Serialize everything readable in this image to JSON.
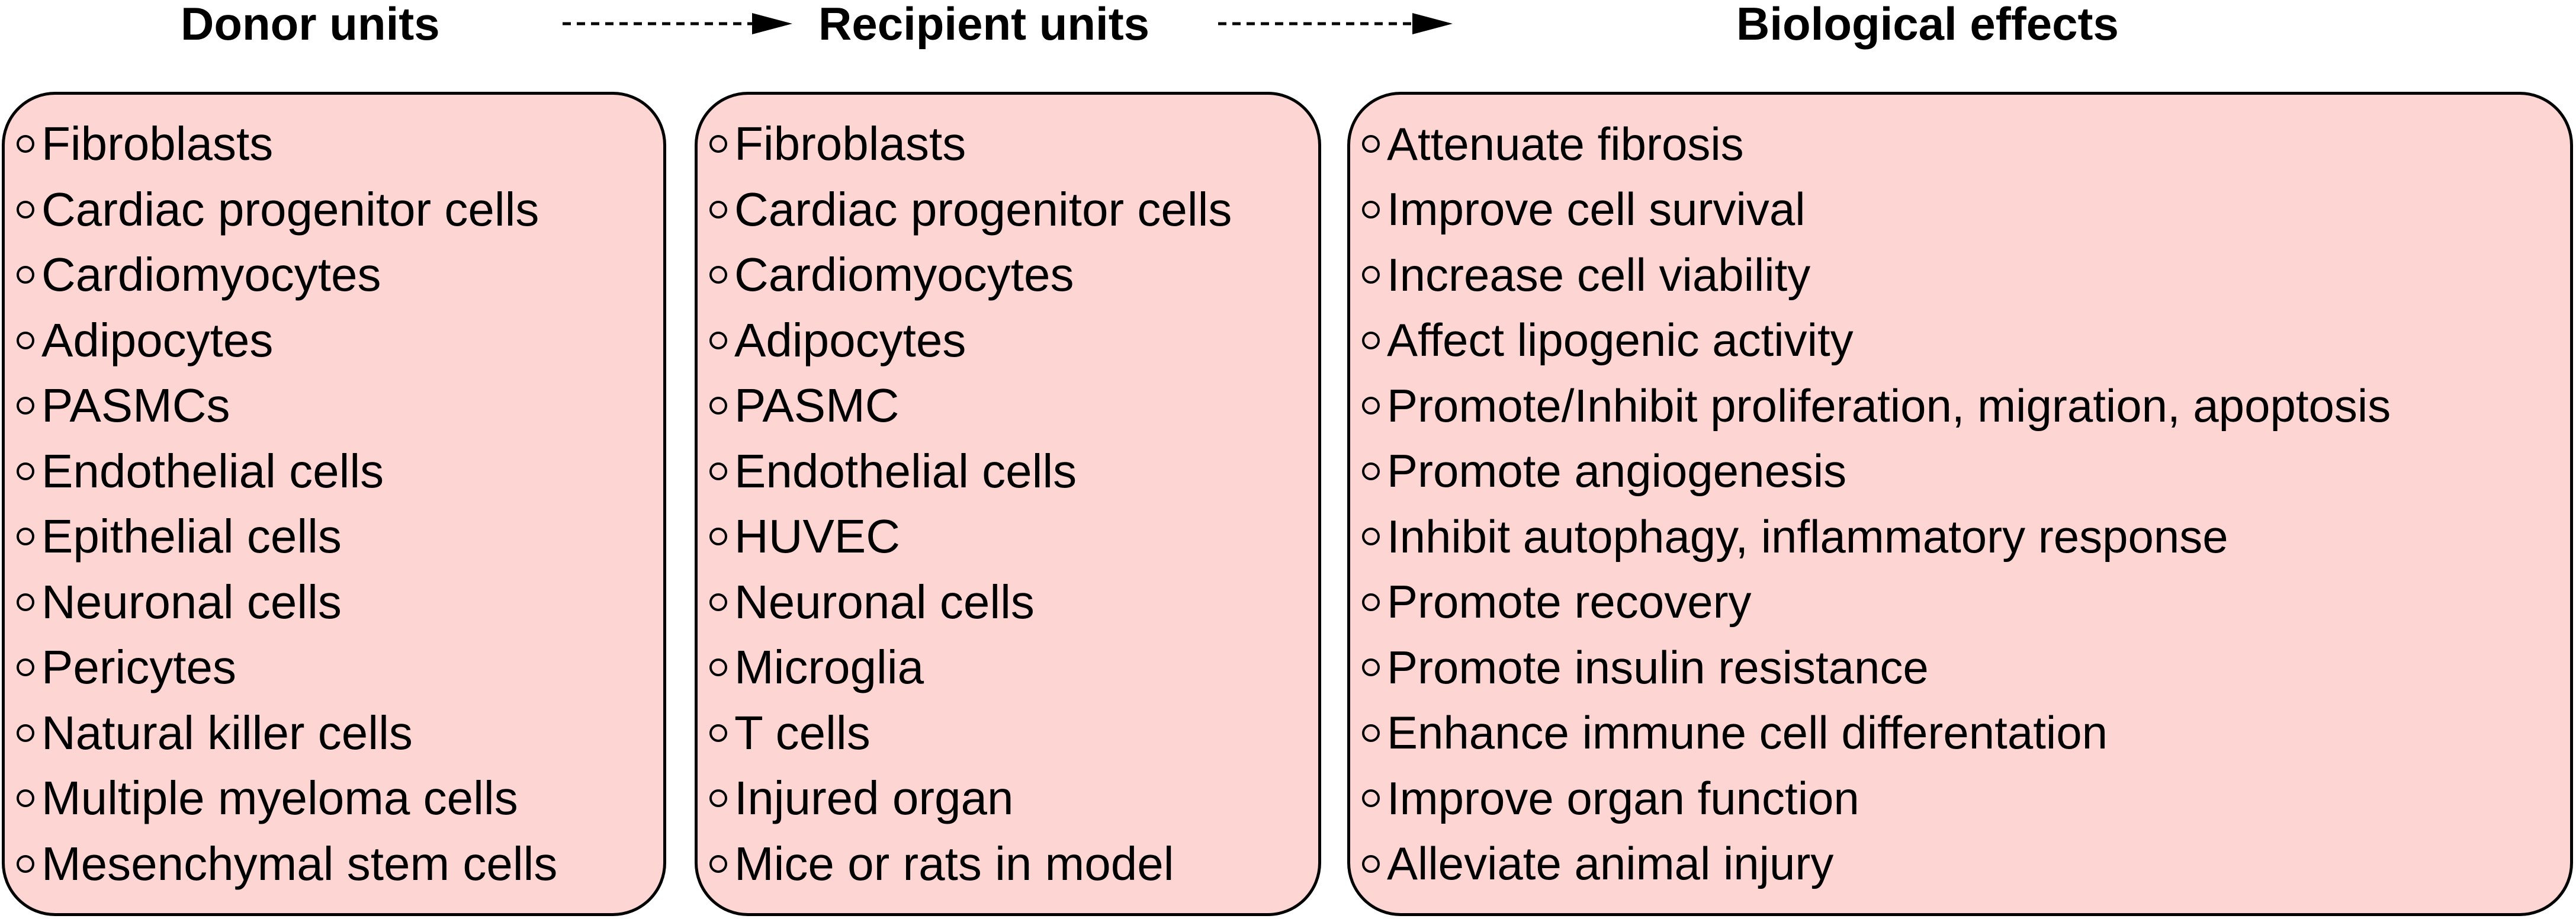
{
  "headers": {
    "donor": "Donor units",
    "recipient": "Recipient units",
    "effects": "Biological effects"
  },
  "donor_units": [
    "Fibroblasts",
    "Cardiac progenitor cells",
    "Cardiomyocytes",
    "Adipocytes",
    "PASMCs",
    "Endothelial cells",
    "Epithelial cells",
    "Neuronal cells",
    "Pericytes",
    "Natural killer cells",
    "Multiple myeloma cells",
    "Mesenchymal stem cells"
  ],
  "recipient_units": [
    "Fibroblasts",
    "Cardiac progenitor cells",
    "Cardiomyocytes",
    "Adipocytes",
    "PASMC",
    "Endothelial cells",
    "HUVEC",
    "Neuronal cells",
    "Microglia",
    "T cells",
    "Injured organ",
    "Mice or rats in model"
  ],
  "biological_effects": [
    "Attenuate fibrosis",
    "Improve cell survival",
    "Increase cell viability",
    "Affect lipogenic activity",
    "Promote/Inhibit proliferation, migration, apoptosis",
    "Promote angiogenesis",
    "Inhibit autophagy, inflammatory response",
    "Promote recovery",
    "Promote insulin resistance",
    "Enhance immune cell differentation",
    "Improve organ function",
    "Alleviate animal injury"
  ],
  "colors": {
    "box_fill": "#fdd6d3",
    "box_border": "#000000",
    "text": "#000000"
  },
  "icons": {
    "bullet": "circle-outline-icon",
    "connector": "dashed-arrow-right-icon"
  }
}
